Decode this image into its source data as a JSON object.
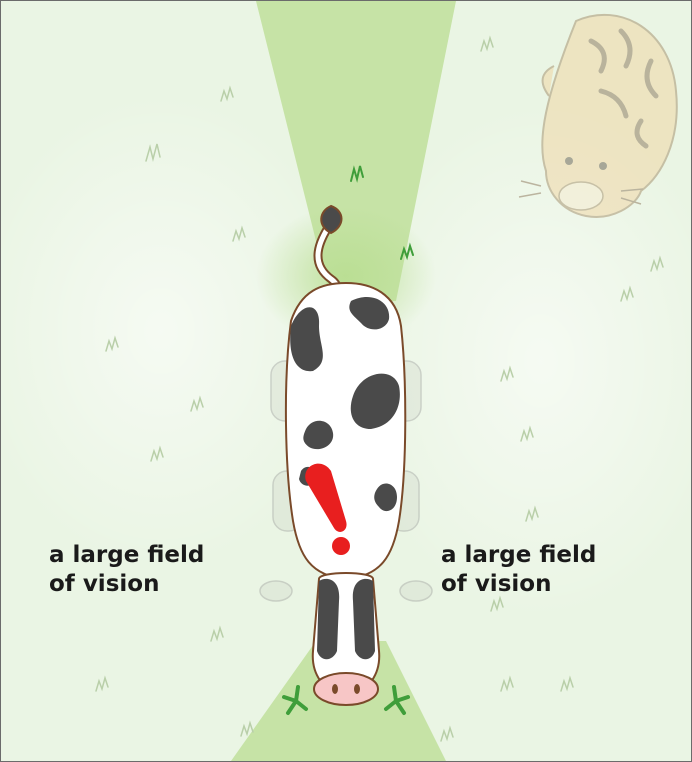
{
  "labels": {
    "left": "a large field\nof vision",
    "right": "a large field\nof vision"
  },
  "colors": {
    "background": "#eaf5e4",
    "blind_spot_wedge": "#c6e3a6",
    "cow_spots": "#4a4a4a",
    "cow_outline": "#7a4a2a",
    "alert_mark": "#e81f1f",
    "nose": "#f7c6c6"
  },
  "icons": [
    "cow",
    "tiger",
    "grass-tuft",
    "exclamation-mark"
  ]
}
